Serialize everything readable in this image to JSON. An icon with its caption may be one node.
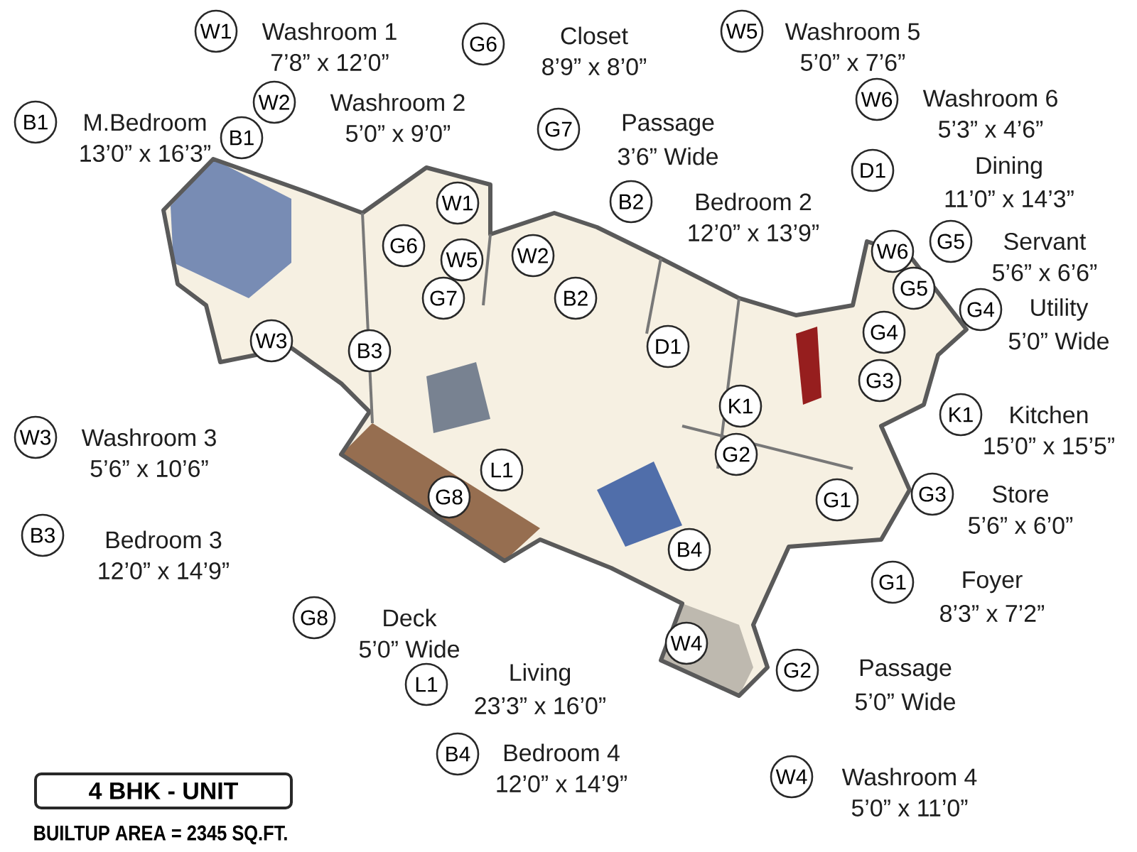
{
  "diagram": {
    "nodes": [
      {
        "text": [
          "W1"
        ],
        "beside": [
          "Washroom 1",
          "7’8” x 12’0”"
        ]
      },
      {
        "text": [
          "G6"
        ],
        "beside": [
          "Closet",
          "8’9” x 8’0”"
        ]
      },
      {
        "text": [
          "W5"
        ],
        "beside": [
          "Washroom 5",
          "5’0” x 7’6”"
        ]
      },
      {
        "text": [
          "B1"
        ],
        "beside": [
          "M.Bedroom",
          "13’0” x 16’3”"
        ]
      },
      {
        "text": [
          "W2"
        ],
        "beside": [
          "Washroom 2",
          "5’0” x 9’0”"
        ]
      },
      {
        "text": [
          "G7"
        ],
        "beside": [
          "Passage",
          "3’6” Wide"
        ]
      },
      {
        "text": [
          "W6"
        ],
        "beside": [
          "Washroom 6",
          "5’3” x 4’6”"
        ]
      },
      {
        "text": [
          "D1"
        ],
        "beside": [
          "Dining",
          "11’0” x 14’3”"
        ]
      },
      {
        "text": [
          "B2"
        ],
        "beside": [
          "Bedroom 2",
          "12’0” x 13’9”"
        ]
      },
      {
        "text": [
          "G5"
        ],
        "beside": [
          "Servant",
          "5’6” x 6’6”"
        ]
      },
      {
        "text": [
          "G4"
        ],
        "beside": [
          "Utility",
          "5’0” Wide"
        ]
      },
      {
        "text": [
          "K1"
        ],
        "beside": [
          "Kitchen",
          "15’0” x 15’5”"
        ]
      },
      {
        "text": [
          "W3"
        ],
        "beside": [
          "Washroom 3",
          "5’6” x 10’6”"
        ]
      },
      {
        "text": [
          "G3"
        ],
        "beside": [
          "Store",
          "5’6” x 6’0”"
        ]
      },
      {
        "text": [
          "B3"
        ],
        "beside": [
          "Bedroom 3",
          "12’0” x 14’9”"
        ]
      },
      {
        "text": [
          "G1"
        ],
        "beside": [
          "Foyer",
          "8’3” x 7’2”"
        ]
      },
      {
        "text": [
          "G8"
        ],
        "beside": [
          "Deck",
          "5’0” Wide"
        ]
      },
      {
        "text": [
          "L1"
        ],
        "beside": [
          "Living",
          "23’3” x 16’0”"
        ]
      },
      {
        "text": [
          "G2"
        ],
        "beside": [
          "Passage",
          "5’0” Wide"
        ]
      },
      {
        "text": [
          "B4"
        ],
        "beside": [
          "Bedroom 4",
          "12’0” x 14’9”"
        ]
      },
      {
        "text": [
          "W4"
        ],
        "beside": [
          "Washroom 4",
          "5’0” x 11’0”"
        ]
      },
      {
        "text": [
          "B1"
        ]
      },
      {
        "text": [
          "W1"
        ]
      },
      {
        "text": [
          "G6"
        ]
      },
      {
        "text": [
          "W5"
        ]
      },
      {
        "text": [
          "W2"
        ]
      },
      {
        "text": [
          "W6"
        ]
      },
      {
        "text": [
          "G5"
        ]
      },
      {
        "text": [
          "G7"
        ]
      },
      {
        "text": [
          "B2"
        ]
      },
      {
        "text": [
          "W3"
        ]
      },
      {
        "text": [
          "G4"
        ]
      },
      {
        "text": [
          "B3"
        ]
      },
      {
        "text": [
          "D1"
        ]
      },
      {
        "text": [
          "G3"
        ]
      },
      {
        "text": [
          "K1"
        ]
      },
      {
        "text": [
          "G2"
        ]
      },
      {
        "text": [
          "L1"
        ]
      },
      {
        "text": [
          "G8"
        ]
      },
      {
        "text": [
          "G1"
        ]
      },
      {
        "text": [
          "B4"
        ]
      },
      {
        "text": [
          "W4"
        ]
      },
      {
        "text": [
          "4 BHK - UNIT"
        ],
        "beside": [
          "BUILTUP AREA = 2345 SQ.FT."
        ]
      }
    ]
  }
}
